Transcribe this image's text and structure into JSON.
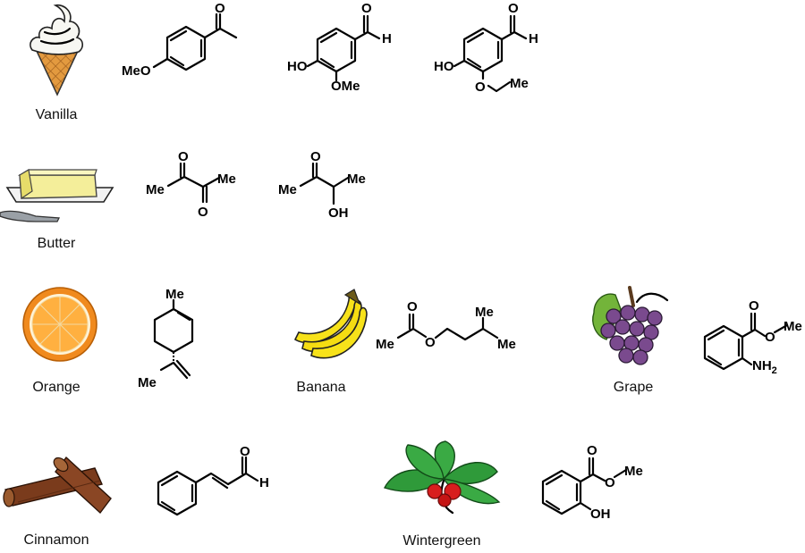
{
  "captions": {
    "vanilla": "Vanilla",
    "butter": "Butter",
    "orange": "Orange",
    "banana": "Banana",
    "grape": "Grape",
    "cinnamon": "Cinnamon",
    "wintergreen": "Wintergreen"
  },
  "atoms": {
    "meo": "MeO",
    "o": "O",
    "h": "H",
    "ho": "HO",
    "ome": "OMe",
    "me": "Me",
    "oh": "OH",
    "nh2": "NH",
    "sub2": "2"
  },
  "colors": {
    "orange_peel": "#f08a1e",
    "orange_flesh": "#ffb040",
    "banana": "#f7e21a",
    "grape": "#7a4a8e",
    "leaf": "#2f9a3a",
    "cinnamon": "#7a3b1c",
    "butter": "#f4ee9a",
    "berry": "#d81e1e"
  }
}
